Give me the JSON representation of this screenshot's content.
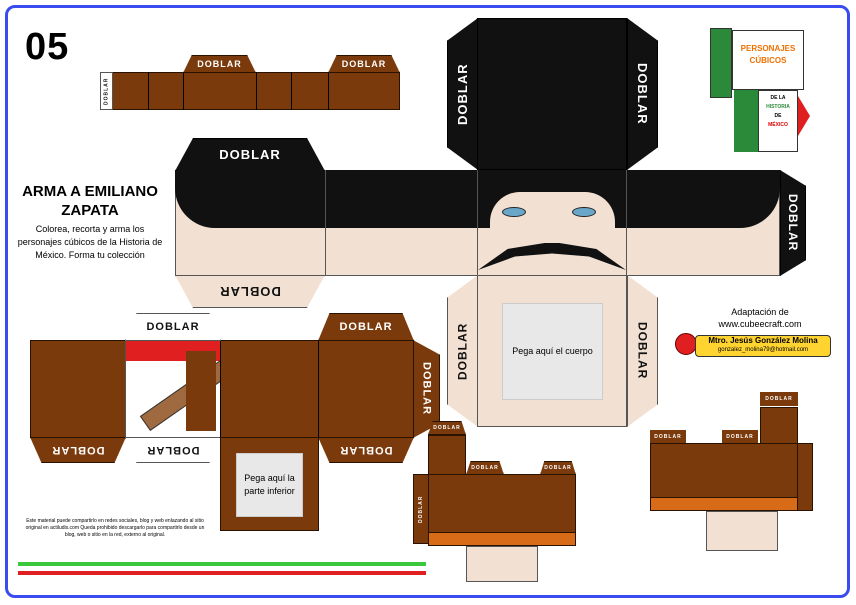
{
  "number": "05",
  "title": "ARMA A EMILIANO ZAPATA",
  "subtitle": "Colorea, recorta y arma los personajes cúbicos de la Historia de México. Forma tu colección",
  "fold_label": "DOBLAR",
  "glue_body": "Pega aquí el cuerpo",
  "glue_bottom": "Pega aquí la parte inferior",
  "credits": {
    "adaptation": "Adaptación de",
    "site": "www.cubeecraft.com",
    "author": "Mtro. Jesús González Molina",
    "email": "gonzalez_molina79@hotmail.com"
  },
  "logo": {
    "line1": "PERSONAJES",
    "line2": "CÚBICOS",
    "line3": "DE LA",
    "line4": "HISTORIA",
    "line5": "DE",
    "line6": "MÉXICO"
  },
  "disclaimer": "Este material puede compartirlo en redes sociales, blog y web enlazando al sitio original en actiludis.com Queda prohibido descargarlo para compartirlo desde un blog, web o sitio en la red, externo al original.",
  "colors": {
    "border": "#3a4cf0",
    "brown": "#7a3a0c",
    "hair": "#111111",
    "skin": "#f2e1d3",
    "green": "#3cc83c",
    "red": "#e02020"
  }
}
